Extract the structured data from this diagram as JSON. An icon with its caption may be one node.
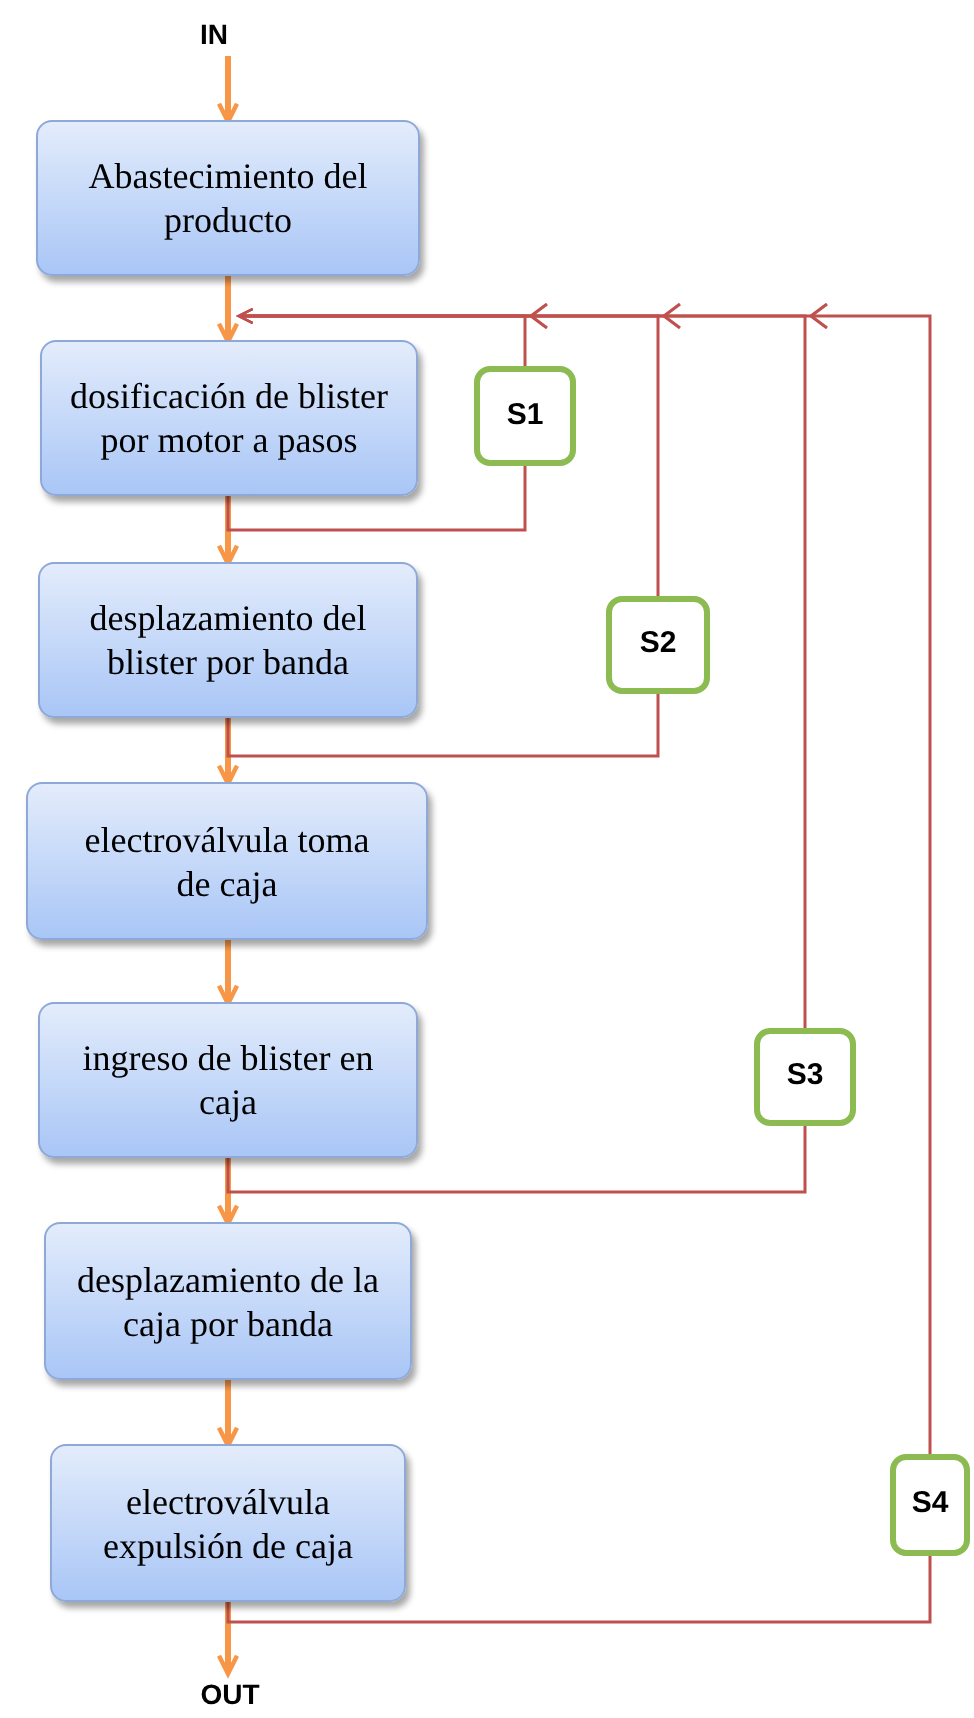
{
  "diagram": {
    "nodes": [
      {
        "text": [
          "IN"
        ]
      },
      {
        "text": [
          "Abastecimiento del producto"
        ]
      },
      {
        "text": [
          "dosificación de blister por motor a pasos"
        ]
      },
      {
        "text": [
          "desplazamiento del blister por banda"
        ]
      },
      {
        "text": [
          "electroválvula toma de caja"
        ]
      },
      {
        "text": [
          "ingreso de blister en caja"
        ]
      },
      {
        "text": [
          "desplazamiento de la caja por banda"
        ]
      },
      {
        "text": [
          "electroválvula expulsión de caja"
        ]
      },
      {
        "text": [
          "S1"
        ]
      },
      {
        "text": [
          "S2"
        ]
      },
      {
        "text": [
          "S3"
        ]
      },
      {
        "text": [
          "S4"
        ]
      },
      {
        "text": [
          "OUT"
        ]
      }
    ],
    "edges": [
      {
        "from": 0,
        "to": 1,
        "arrow": "to",
        "style": "thick"
      },
      {
        "from": 1,
        "to": 2,
        "arrow": "to",
        "style": "thick"
      },
      {
        "from": 2,
        "to": 3,
        "arrow": "to",
        "style": "thick"
      },
      {
        "from": 3,
        "to": 4,
        "arrow": "to",
        "style": "thick"
      },
      {
        "from": 4,
        "to": 5,
        "arrow": "to",
        "style": "thick"
      },
      {
        "from": 5,
        "to": 6,
        "arrow": "to",
        "style": "thick"
      },
      {
        "from": 6,
        "to": 7,
        "arrow": "to",
        "style": "thick"
      },
      {
        "from": 7,
        "to": 12,
        "arrow": "to",
        "style": "thick"
      },
      {
        "from": 2,
        "to": 8,
        "arrow": "none",
        "color": "#c0504d"
      },
      {
        "from": 8,
        "to": 2,
        "arrow": "to",
        "color": "#c0504d"
      },
      {
        "from": 3,
        "to": 9,
        "arrow": "none",
        "color": "#c0504d"
      },
      {
        "from": 9,
        "to": 2,
        "arrow": "to",
        "color": "#c0504d"
      },
      {
        "from": 5,
        "to": 10,
        "arrow": "none",
        "color": "#c0504d"
      },
      {
        "from": 10,
        "to": 2,
        "arrow": "to",
        "color": "#c0504d"
      },
      {
        "from": 7,
        "to": 11,
        "arrow": "none",
        "color": "#c0504d"
      },
      {
        "from": 11,
        "to": 2,
        "arrow": "to",
        "color": "#c0504d"
      }
    ]
  }
}
